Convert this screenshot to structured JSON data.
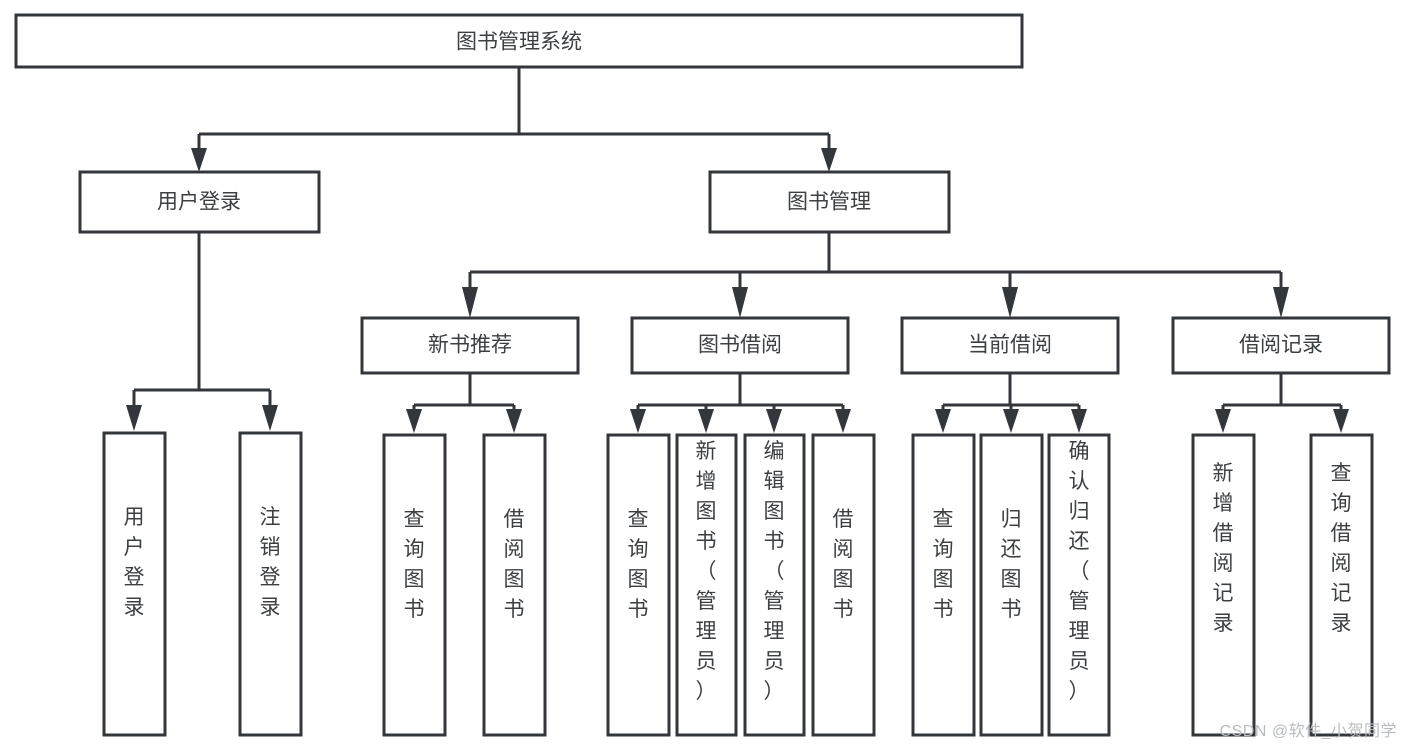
{
  "diagram": {
    "type": "hierarchy-tree",
    "title": "图书管理系统",
    "watermark": "CSDN @软件_小贺同学",
    "colors": {
      "stroke": "#33373b",
      "fill": "#ffffff",
      "text": "#3d4043",
      "background": "#ffffff",
      "watermark": "#b9bcc0"
    },
    "levels": {
      "level1": {
        "label": "图书管理系统"
      },
      "level2": [
        {
          "label": "用户登录"
        },
        {
          "label": "图书管理"
        }
      ],
      "level3": [
        {
          "label": "新书推荐"
        },
        {
          "label": "图书借阅"
        },
        {
          "label": "当前借阅"
        },
        {
          "label": "借阅记录"
        }
      ],
      "leaves": {
        "user_login": [
          {
            "label": "用户登录"
          },
          {
            "label": "注销登录"
          }
        ],
        "new_book_recommend": [
          {
            "label": "查询图书"
          },
          {
            "label": "借阅图书"
          }
        ],
        "book_borrow": [
          {
            "label": "查询图书"
          },
          {
            "label": "新增图书（管理员）"
          },
          {
            "label": "编辑图书（管理员）"
          },
          {
            "label": "借阅图书"
          }
        ],
        "current_borrow": [
          {
            "label": "查询图书"
          },
          {
            "label": "归还图书"
          },
          {
            "label": "确认归还（管理员）"
          }
        ],
        "borrow_record": [
          {
            "label": "新增借阅记录"
          },
          {
            "label": "查询借阅记录"
          }
        ]
      }
    },
    "edges": [
      {
        "from": "图书管理系统",
        "to": "用户登录"
      },
      {
        "from": "图书管理系统",
        "to": "图书管理"
      },
      {
        "from": "用户登录",
        "to": "用户登录"
      },
      {
        "from": "用户登录",
        "to": "注销登录"
      },
      {
        "from": "图书管理",
        "to": "新书推荐"
      },
      {
        "from": "图书管理",
        "to": "图书借阅"
      },
      {
        "from": "图书管理",
        "to": "当前借阅"
      },
      {
        "from": "图书管理",
        "to": "借阅记录"
      },
      {
        "from": "新书推荐",
        "to": "查询图书"
      },
      {
        "from": "新书推荐",
        "to": "借阅图书"
      },
      {
        "from": "图书借阅",
        "to": "查询图书"
      },
      {
        "from": "图书借阅",
        "to": "新增图书（管理员）"
      },
      {
        "from": "图书借阅",
        "to": "编辑图书（管理员）"
      },
      {
        "from": "图书借阅",
        "to": "借阅图书"
      },
      {
        "from": "当前借阅",
        "to": "查询图书"
      },
      {
        "from": "当前借阅",
        "to": "归还图书"
      },
      {
        "from": "当前借阅",
        "to": "确认归还（管理员）"
      },
      {
        "from": "借阅记录",
        "to": "新增借阅记录"
      },
      {
        "from": "借阅记录",
        "to": "查询借阅记录"
      }
    ]
  }
}
